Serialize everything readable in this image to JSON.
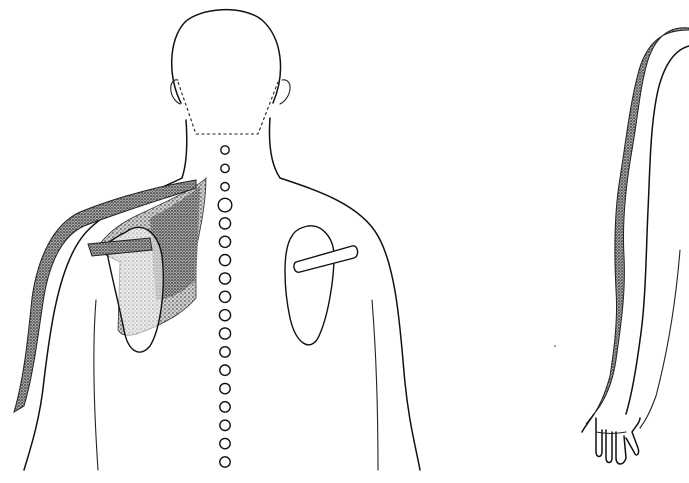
{
  "figure": {
    "views": [
      "posterior-back",
      "lateral-arm"
    ],
    "shading_color": "#8f8f8f",
    "line_color": "#111111",
    "vertebrae_count": 18
  }
}
